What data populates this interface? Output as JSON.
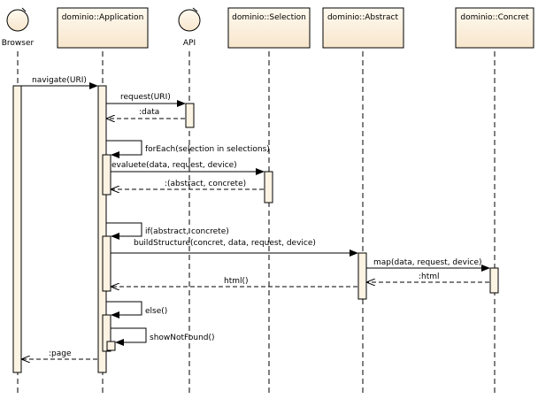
{
  "diagram": {
    "colors": {
      "fill": "#fdf3e3",
      "stroke": "#000000",
      "lifeline": "#000000"
    },
    "participants": [
      {
        "id": "browser",
        "kind": "actor",
        "name": "Browser"
      },
      {
        "id": "app",
        "kind": "box",
        "name": "dominio::Application"
      },
      {
        "id": "api",
        "kind": "actor",
        "name": "API"
      },
      {
        "id": "sel",
        "kind": "box",
        "name": "dominio::Selection"
      },
      {
        "id": "abs",
        "kind": "box",
        "name": "dominio::Abstract"
      },
      {
        "id": "con",
        "kind": "box",
        "name": "dominio::Concret"
      }
    ],
    "messages": [
      {
        "id": "navigate",
        "text": "navigate(URI)"
      },
      {
        "id": "request",
        "text": "request(URI)"
      },
      {
        "id": "data",
        "text": ":data"
      },
      {
        "id": "foreach",
        "text": "forEach(selection in selections)"
      },
      {
        "id": "evaluete",
        "text": "evaluete(data, request, device)"
      },
      {
        "id": "abs_con",
        "text": ":(abstract, concrete)"
      },
      {
        "id": "if",
        "text": "if(abstract, concrete)"
      },
      {
        "id": "build",
        "text": "buildStructure(concret, data, request, device)"
      },
      {
        "id": "map",
        "text": "map(data, request, device)"
      },
      {
        "id": "html_ret",
        "text": ":html"
      },
      {
        "id": "html_call",
        "text": "html()"
      },
      {
        "id": "else",
        "text": "else()"
      },
      {
        "id": "notfound",
        "text": "showNotFound()"
      },
      {
        "id": "page",
        "text": ":page"
      }
    ]
  }
}
